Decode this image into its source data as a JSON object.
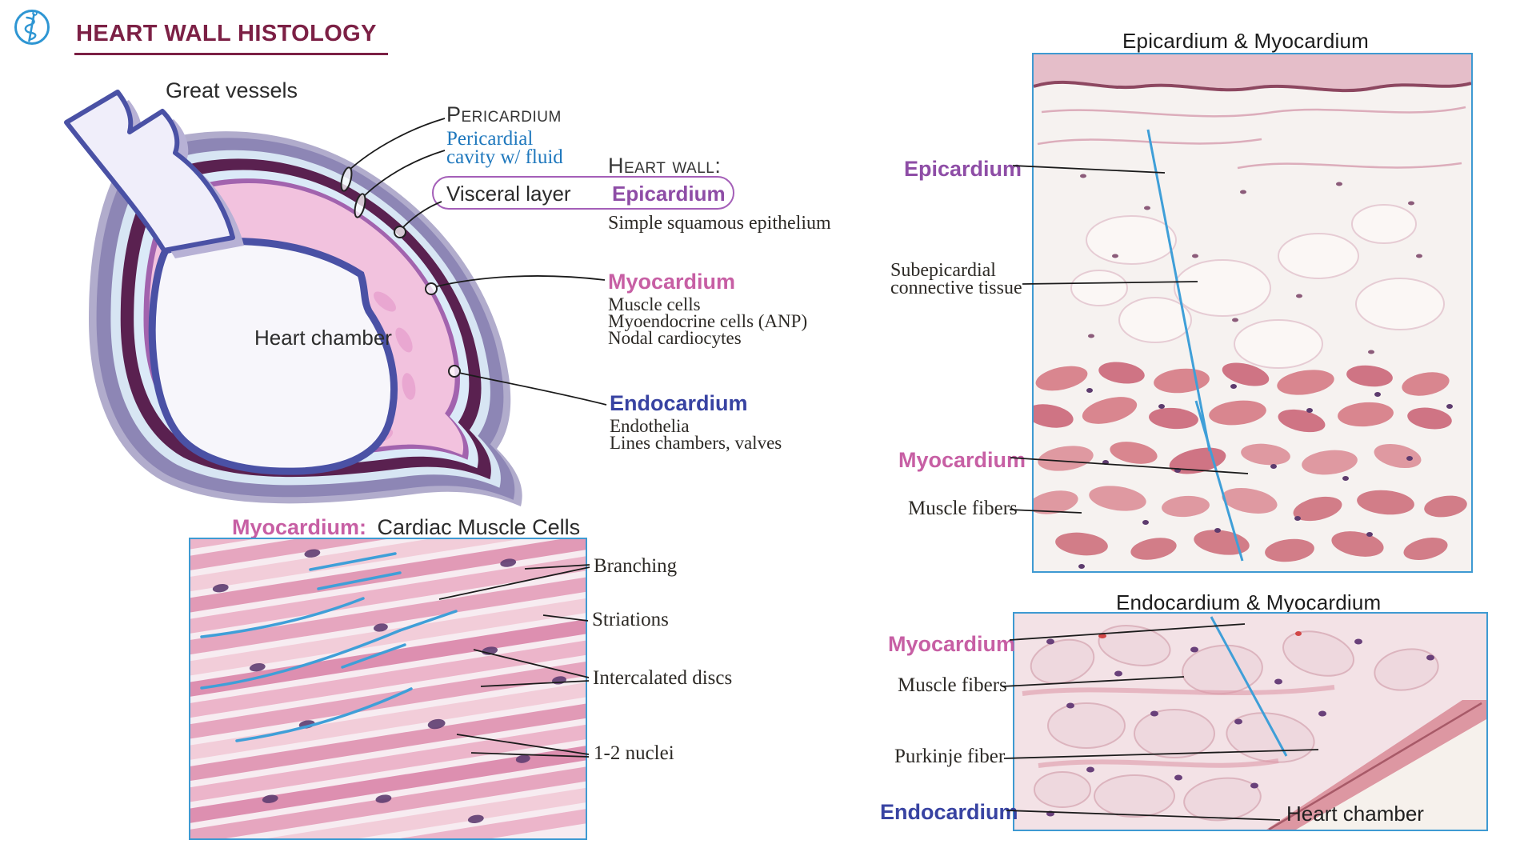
{
  "colors": {
    "maroon": "#7c2045",
    "logo_blue": "#2e96d3",
    "label_blue": "#1f78bd",
    "purple": "#8e4da6",
    "pink": "#c75fa4",
    "indigo": "#3843a2",
    "panel_border": "#3e9ad2",
    "annotation_blue": "#3f9fd8"
  },
  "header": {
    "title": "HEART WALL HISTOLOGY",
    "logo_icon": "asclepius-rod-icon"
  },
  "heart_diagram": {
    "great_vessels": "Great vessels",
    "heart_chamber": "Heart chamber",
    "pericardium": "Pericardium",
    "pericardial_cavity": [
      "Pericardial",
      "cavity w/ fluid"
    ],
    "heart_wall_heading": "Heart wall:",
    "visceral_layer": "Visceral layer",
    "epicardium_label": "Epicardium",
    "epicardium_desc": "Simple squamous epithelium",
    "myocardium_label": "Myocardium",
    "myocardium_desc": [
      "Muscle cells",
      "Myoendocrine cells (ANP)",
      "Nodal cardiocytes"
    ],
    "endocardium_label": "Endocardium",
    "endocardium_desc": [
      "Endothelia",
      "Lines chambers, valves"
    ]
  },
  "cardiac_muscle_panel": {
    "heading_term": "Myocardium:",
    "heading_rest": "Cardiac Muscle Cells",
    "labels": [
      "Branching",
      "Striations",
      "Intercalated discs",
      "1-2 nuclei"
    ]
  },
  "epicardium_panel": {
    "heading": "Epicardium & Myocardium",
    "labels": {
      "epicardium": "Epicardium",
      "subepicardial_line1": "Subepicardial",
      "subepicardial_line2": "connective tissue",
      "myocardium": "Myocardium",
      "muscle_fibers": "Muscle fibers"
    }
  },
  "endocardium_panel": {
    "heading": "Endocardium & Myocardium",
    "labels": {
      "myocardium": "Myocardium",
      "muscle_fibers": "Muscle fibers",
      "purkinje_fiber": "Purkinje fiber",
      "endocardium": "Endocardium",
      "heart_chamber": "Heart chamber"
    }
  }
}
